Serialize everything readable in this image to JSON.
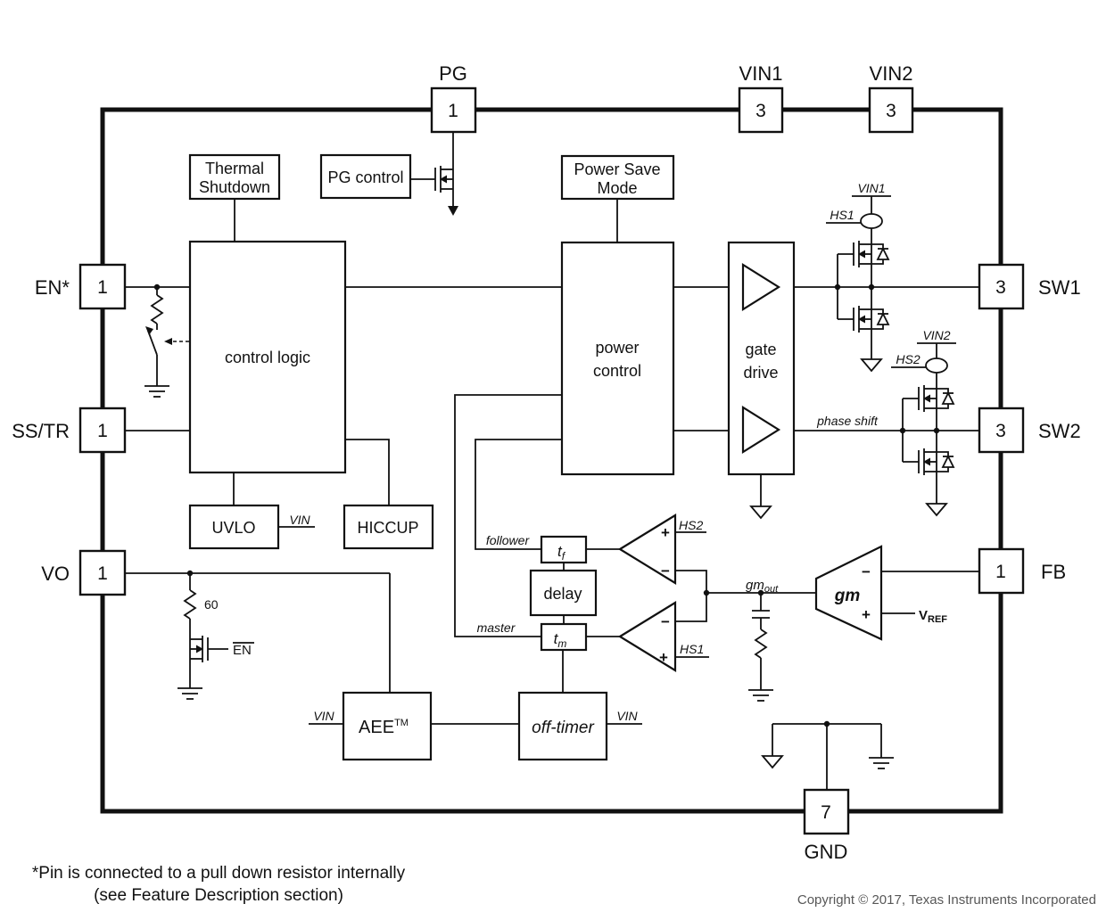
{
  "chip": {
    "pins": {
      "pg": {
        "label": "PG",
        "number": "1"
      },
      "vin1": {
        "label": "VIN1",
        "number": "3"
      },
      "vin2": {
        "label": "VIN2",
        "number": "3"
      },
      "en": {
        "label": "EN*",
        "number": "1"
      },
      "sstr": {
        "label": "SS/TR",
        "number": "1"
      },
      "vo": {
        "label": "VO",
        "number": "1"
      },
      "sw1": {
        "label": "SW1",
        "number": "3"
      },
      "sw2": {
        "label": "SW2",
        "number": "3"
      },
      "fb": {
        "label": "FB",
        "number": "1"
      },
      "gnd": {
        "label": "GND",
        "number": "7"
      }
    },
    "blocks": {
      "thermal_shutdown_l1": "Thermal",
      "thermal_shutdown_l2": "Shutdown",
      "pg_control": "PG control",
      "power_save_l1": "Power Save",
      "power_save_l2": "Mode",
      "control_logic": "control logic",
      "power_control_l1": "power",
      "power_control_l2": "control",
      "gate_drive_l1": "gate",
      "gate_drive_l2": "drive",
      "uvlo": "UVLO",
      "hiccup": "HICCUP",
      "t_base": "t",
      "tf_sub": "f",
      "tm_sub": "m",
      "delay": "delay",
      "aee_base": "AEE",
      "aee_sup": "TM",
      "off_timer": "off-timer"
    },
    "signals": {
      "vin": "VIN",
      "vin1": "VIN1",
      "hs1": "HS1",
      "vin2": "VIN2",
      "hs2": "HS2",
      "phase_shift": "phase shift",
      "follower": "follower",
      "master": "master",
      "gm_base": "gm",
      "gm_out_sub": "out",
      "gm_amp": "gm",
      "vref_base": "V",
      "vref_sub": "REF",
      "en_bar": "EN",
      "pulldown_value": "60",
      "plus": "+",
      "minus": "−"
    },
    "notes": {
      "footnote_l1": "*Pin is connected to a pull down resistor internally",
      "footnote_l2": "(see Feature Description section)",
      "copyright": "Copyright © 2017, Texas Instruments Incorporated"
    }
  }
}
